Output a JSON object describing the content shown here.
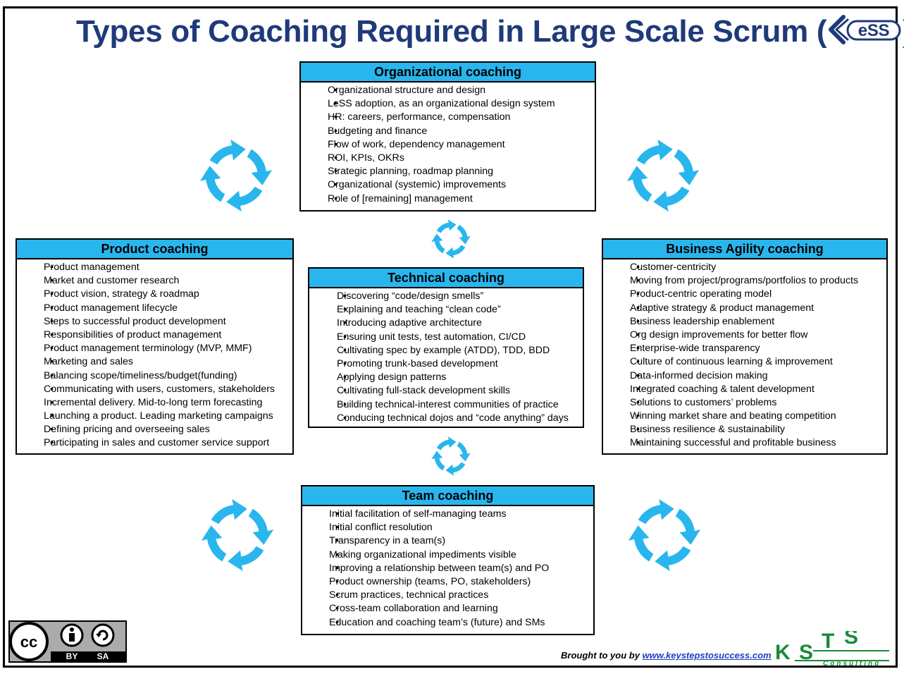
{
  "title": "Types of Coaching  Required in Large Scale Scrum (",
  "title_close": ")",
  "logo_text": "eSS",
  "boxes": {
    "organizational": {
      "header": "Organizational  coaching",
      "items": [
        "Organizational structure and design",
        "LeSS adoption, as an organizational design system",
        "HR: careers, performance, compensation",
        "Budgeting and finance",
        "Flow of work, dependency management",
        "ROI, KPIs, OKRs",
        "Strategic planning, roadmap planning",
        "Organizational (systemic) improvements",
        "Role of [remaining] management"
      ]
    },
    "product": {
      "header": "Product  coaching",
      "items": [
        "Product management",
        "Market and customer research",
        "Product vision, strategy & roadmap",
        "Product management lifecycle",
        "Steps to successful product development",
        "Responsibilities of product management",
        "Product management terminology (MVP, MMF)",
        "Marketing and sales",
        " Balancing scope/timeliness/budget(funding)",
        " Communicating with users, customers, stakeholders",
        " Incremental delivery.  Mid-to-long term forecasting",
        " Launching a product.  Leading marketing campaigns",
        " Defining pricing and overseeing sales",
        " Participating in sales and customer service support"
      ]
    },
    "technical": {
      "header": "Technical coaching",
      "items": [
        "Discovering “code/design smells”",
        "Explaining and teaching “clean code”",
        "Introducing adaptive architecture",
        "Ensuring unit tests, test automation, CI/CD",
        "Cultivating spec by example (ATDD), TDD, BDD",
        "Promoting trunk-based development",
        "Applying design patterns",
        "Cultivating full-stack development skills",
        "Building technical-interest communities of practice",
        "Conducing technical dojos and “code anything” days"
      ]
    },
    "business": {
      "header": "Business Agility  coaching",
      "items": [
        "Customer-centricity",
        "Moving from project/programs/portfolios to products",
        "Product-centric operating model",
        "Adaptive strategy & product management",
        "Business leadership enablement",
        "Org design improvements for better flow",
        "Enterprise-wide transparency",
        "Culture of continuous learning & improvement",
        "Data-informed decision making",
        "Integrated coaching & talent development",
        "Solutions to customers’ problems",
        "Winning market share and beating competition",
        "Business resilience & sustainability",
        "Maintaining successful and profitable business"
      ]
    },
    "team": {
      "header": "Team coaching",
      "items": [
        "Initial facilitation of self-managing teams",
        "Initial conflict resolution",
        "Transparency in a team(s)",
        "Making organizational impediments visible",
        "Improving a relationship between team(s) and PO",
        "Product ownership (teams, PO, stakeholders)",
        "Scrum practices, technical practices",
        "Cross-team collaboration and learning",
        "Education and coaching team’s (future) and SMs"
      ]
    }
  },
  "footer": {
    "prefix": "Brought to you by ",
    "link": "www.keystepstosuccess.com"
  },
  "cc_badge": {
    "by": "BY",
    "sa": "SA"
  },
  "ksts": {
    "letters": [
      "K",
      "S",
      "T",
      "S"
    ],
    "tagline": "Consulting"
  },
  "colors": {
    "accent": "#29b6ee",
    "title": "#1f3a7a",
    "cycle": "#29b6ee",
    "ksts_green": "#1a8a3a"
  }
}
